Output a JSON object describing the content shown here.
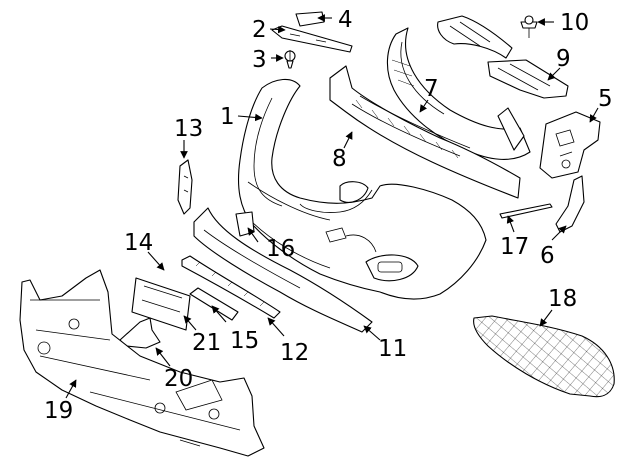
{
  "diagram": {
    "callouts": [
      {
        "id": "c1",
        "text": "1"
      },
      {
        "id": "c2",
        "text": "2"
      },
      {
        "id": "c3",
        "text": "3"
      },
      {
        "id": "c4",
        "text": "4"
      },
      {
        "id": "c5",
        "text": "5"
      },
      {
        "id": "c6",
        "text": "6"
      },
      {
        "id": "c7",
        "text": "7"
      },
      {
        "id": "c8",
        "text": "8"
      },
      {
        "id": "c9",
        "text": "9"
      },
      {
        "id": "c10",
        "text": "10"
      },
      {
        "id": "c11",
        "text": "11"
      },
      {
        "id": "c12",
        "text": "12"
      },
      {
        "id": "c13",
        "text": "13"
      },
      {
        "id": "c14",
        "text": "14"
      },
      {
        "id": "c15",
        "text": "15"
      },
      {
        "id": "c16",
        "text": "16"
      },
      {
        "id": "c17",
        "text": "17"
      },
      {
        "id": "c18",
        "text": "18"
      },
      {
        "id": "c19",
        "text": "19"
      },
      {
        "id": "c20",
        "text": "20"
      },
      {
        "id": "c21",
        "text": "21"
      }
    ]
  },
  "colors": {
    "line": "#000000",
    "background": "#ffffff"
  }
}
